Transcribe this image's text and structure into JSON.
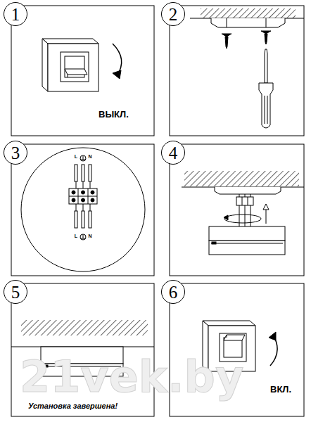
{
  "diagram": {
    "nodes": [
      {
        "text": [
          "1"
        ]
      },
      {
        "text": [
          "2"
        ]
      },
      {
        "text": [
          "3"
        ]
      },
      {
        "text": [
          "4"
        ]
      },
      {
        "text": [
          "5"
        ]
      },
      {
        "text": [
          "6"
        ]
      }
    ],
    "labels": [
      "ВЫКЛ.",
      "L",
      "N",
      "L",
      "N",
      "Установка завершена!",
      "ВКЛ.",
      "21vek.by"
    ]
  }
}
